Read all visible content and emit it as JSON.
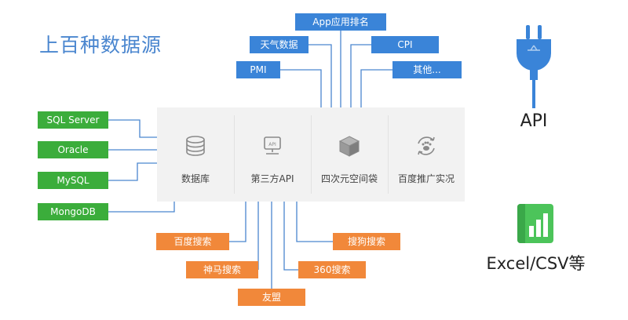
{
  "title": "上百种数据源",
  "panel": {
    "cells": [
      {
        "label": "数据库",
        "icon": "database-icon"
      },
      {
        "label": "第三方API",
        "icon": "api-server-icon"
      },
      {
        "label": "四次元空间袋",
        "icon": "box-icon"
      },
      {
        "label": "百度推广实况",
        "icon": "baidu-paw-icon"
      }
    ]
  },
  "databases": [
    "SQL Server",
    "Oracle",
    "MySQL",
    "MongoDB"
  ],
  "api_sources": [
    "App应用排名",
    "天气数据",
    "CPI",
    "PMI",
    "其他..."
  ],
  "search_sources": [
    "百度搜索",
    "搜狗搜索",
    "神马搜索",
    "360搜索",
    "友盟"
  ],
  "right": {
    "api_label": "API",
    "excel_label": "Excel/CSV等",
    "api_icon": "plug-icon",
    "excel_icon": "excel-chart-icon"
  },
  "colors": {
    "green": "#3bad3b",
    "blue": "#3a84d8",
    "orange": "#f1883a",
    "title": "#4a86cf"
  }
}
